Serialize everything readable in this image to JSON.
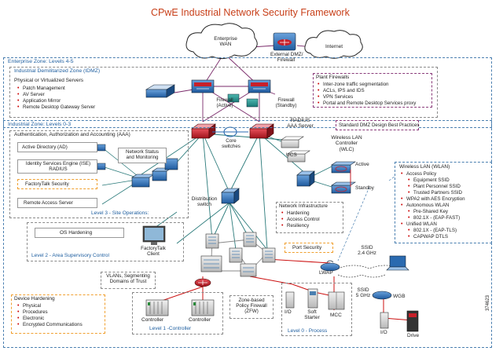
{
  "title": "CPwE Industrial Network Security Framework",
  "figure_number": "374623",
  "zones": {
    "enterprise": "Enterprise Zone: Levels 4-5",
    "idmz": "Industrial Demilitarized Zone (IDMZ)",
    "industrial": "Industrial Zone: Levels 0-3"
  },
  "cloud_wan": [
    "Enterprise",
    "WAN"
  ],
  "cloud_internet": "Internet",
  "external_dmz": [
    "External DMZ/",
    "Firewall"
  ],
  "idmz_servers": {
    "heading": "Physical or Virtualized Servers",
    "items": [
      "Patch Management",
      "AV Server",
      "Application Mirror",
      "Remote Desktop Gateway Server"
    ]
  },
  "plant_firewalls": {
    "heading": "Plant Firewalls",
    "items": [
      "Inter-zone traffic segmentation",
      "ACLs, IPS and IDS",
      "VPN Services",
      "Portal and Remote Desktop Services proxy"
    ]
  },
  "firewall_active": [
    "Firewall",
    "(Active)"
  ],
  "firewall_standby": [
    "Firewall",
    "(Standby)"
  ],
  "dmz_best_practices": "Standard DMZ Design Best Practices",
  "aaa_heading": "Authentication, Authorization and Accounting (AAA)",
  "aaa_items": {
    "ad": "Active Directory (AD)",
    "ise": [
      "Identity Services Engine (ISE)",
      "RADIUS"
    ],
    "factorytalk": "FactoryTalk Security",
    "ras": "Remote Access Server"
  },
  "net_status": [
    "Network Status",
    "and Monitoring"
  ],
  "site_ops": "Level 3 - Site Operations:",
  "core_switches": [
    "Core",
    "switches"
  ],
  "radius": [
    "RADIUS",
    "AAA Server"
  ],
  "ucs": "UCS",
  "wlc": [
    "Wireless LAN",
    "Controller",
    "(WLC)"
  ],
  "active": "Active",
  "standby": "Standby",
  "wlan": {
    "heading": "Wireless LAN (WLAN)",
    "items": [
      {
        "text": "Access Policy",
        "level": 1
      },
      {
        "text": "Equipment SSID",
        "level": 2
      },
      {
        "text": "Plant Personnel SSID",
        "level": 2
      },
      {
        "text": "Trusted Partners SSID",
        "level": 2
      },
      {
        "text": "WPA2 with AES Encryption",
        "level": 1
      },
      {
        "text": "Autonomous WLAN",
        "level": 1
      },
      {
        "text": "Pre-Shared Key",
        "level": 2
      },
      {
        "text": "802.1X - (EAP-FAST)",
        "level": 2
      },
      {
        "text": "Unified WLAN",
        "level": 1
      },
      {
        "text": "802.1X - (EAP-TLS)",
        "level": 2
      },
      {
        "text": "CAPWAP DTLS",
        "level": 2
      }
    ]
  },
  "distribution_switch": [
    "Distribution",
    "switch"
  ],
  "net_infra": {
    "heading": "Network Infrastructure",
    "items": [
      "Hardening",
      "Access Control",
      "Resiliency"
    ]
  },
  "os_hardening": "OS Hardening",
  "factorytalk_client": [
    "FactoryTalk",
    "Client"
  ],
  "level2": "Level 2 - Area Supervisory Control",
  "port_security": "Port Security",
  "vlans": [
    "VLANs, Segmenting",
    "Domains of Trust"
  ],
  "device_hardening": {
    "heading": "Device Hardening",
    "items": [
      "Physical",
      "Procedures",
      "Electronic",
      "Encrypted Communications"
    ]
  },
  "controller_1": "Controller",
  "controller_2": "Controller",
  "level1": "Level 1 -Controller",
  "zfw": [
    "Zone-based",
    "Policy Firewall",
    "(ZFW)"
  ],
  "io_1": "I/O",
  "soft_starter": [
    "Soft",
    "Starter"
  ],
  "mcc": "MCC",
  "level0": "Level 0 - Process",
  "lwap": "LWAP",
  "ssid_24": [
    "SSID",
    "2.4 GHz"
  ],
  "ssid_5": [
    "SSID",
    "5 GHz"
  ],
  "wgb": "WGB",
  "io_2": "I/O",
  "drive": "Drive",
  "colors": {
    "title": "#c8401a",
    "zone_label": "#1f5fa0",
    "link_purple": "#7a2a6a",
    "link_teal": "#2a8a6a",
    "link_red": "#cc1111",
    "device_blue": "#2a6ab0",
    "firewall_red": "#c8202a"
  },
  "icons": [
    "cloud-icon",
    "firewall-icon",
    "switch-icon",
    "server-icon",
    "router-icon",
    "access-point-icon",
    "laptop-icon",
    "monitor-icon",
    "plc-icon",
    "drive-icon"
  ]
}
